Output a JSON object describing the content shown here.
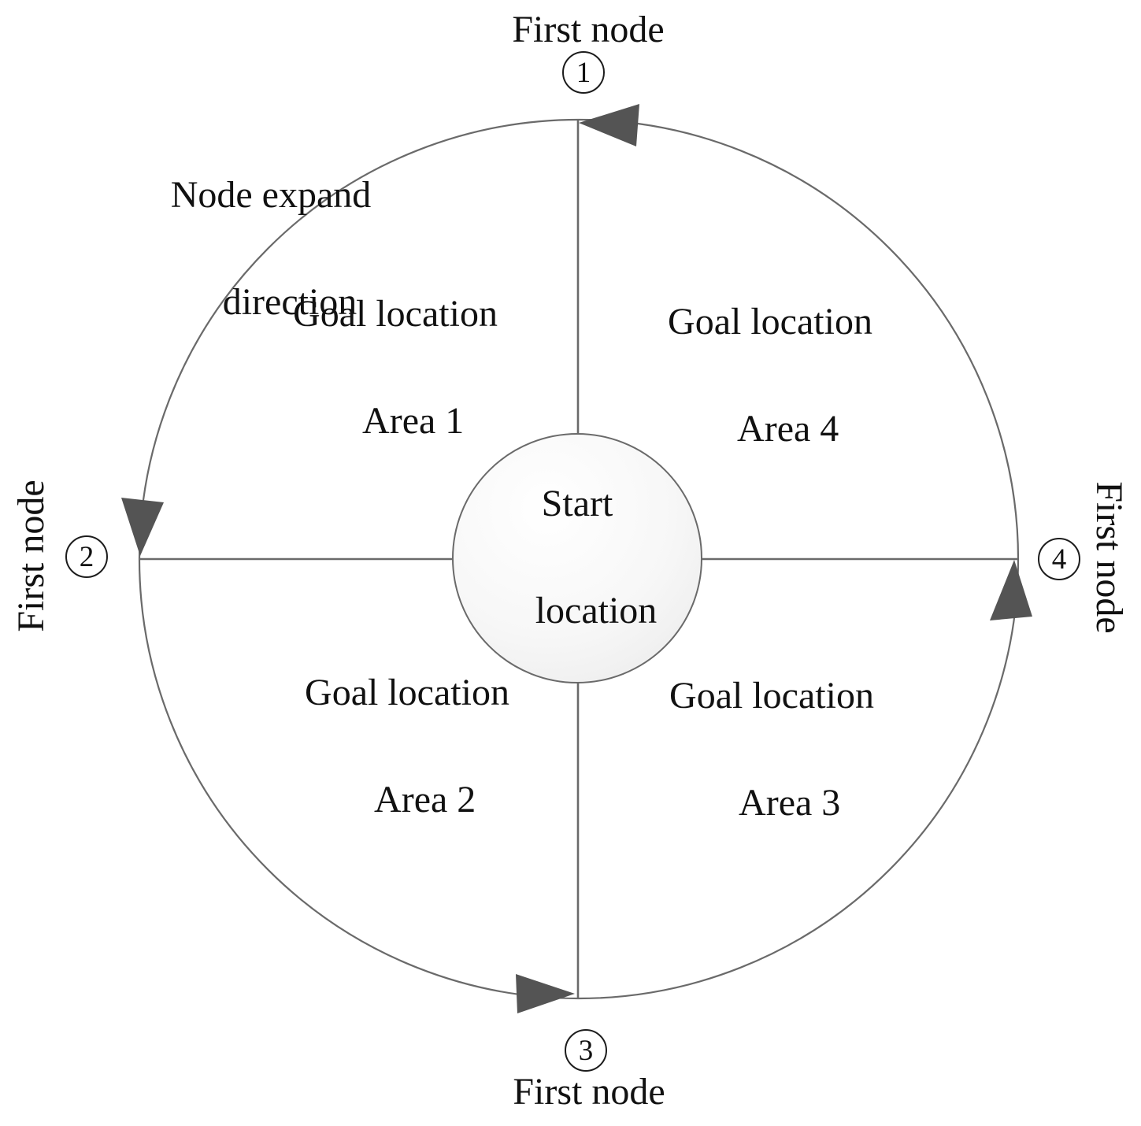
{
  "diagram": {
    "start_location": {
      "line1": "Start",
      "line2": "location"
    },
    "expand_note": {
      "line1": "Node expand",
      "line2": "direction"
    },
    "areas": {
      "a1": {
        "line1": "Goal location",
        "line2": "Area 1"
      },
      "a2": {
        "line1": "Goal location",
        "line2": "Area 2"
      },
      "a3": {
        "line1": "Goal location",
        "line2": "Area 3"
      },
      "a4": {
        "line1": "Goal location",
        "line2": "Area 4"
      }
    },
    "nodes": {
      "n1": {
        "label": "First node",
        "number": "1",
        "position": "top"
      },
      "n2": {
        "label": "First node",
        "number": "2",
        "position": "left"
      },
      "n3": {
        "label": "First node",
        "number": "3",
        "position": "bottom"
      },
      "n4": {
        "label": "First node",
        "number": "4",
        "position": "right"
      }
    },
    "arrows_direction": "counterclockwise",
    "colors": {
      "arrow": "#545454",
      "line": "#6a6a6a",
      "text": "#111111",
      "center_fill_top": "#ffffff",
      "center_fill_mid": "#f7f7f7",
      "center_fill_bottom": "#e9e9e9",
      "bg": "#ffffff"
    }
  }
}
